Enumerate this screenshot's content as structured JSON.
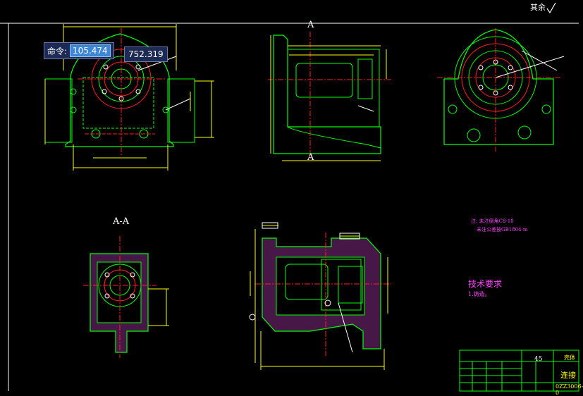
{
  "command_prompt": {
    "label": "命令:",
    "x_value": "105.474",
    "y_value": "752.319"
  },
  "drawing": {
    "roughness_note": "其余",
    "section_a_top": "A",
    "section_a_bottom": "A",
    "section_aa": "A-A",
    "tech_req_title": "技术要求",
    "tech_req_item": "1.铸造。",
    "note_line_1": "注: 未注倒角C8-10",
    "note_line_2": "未注公差按GB1804-m",
    "title_block_part": "壳体",
    "title_block_cell": "45",
    "title_block_school": "连接",
    "title_block_code": "0ZZ3006-0"
  },
  "colors": {
    "background": "#000000",
    "outline": "#00ff00",
    "centerline": "#ff2020",
    "dimension": "#ffff00",
    "hatch": "#cc44cc",
    "text": "#ffffff",
    "magenta": "#ff40ff"
  }
}
